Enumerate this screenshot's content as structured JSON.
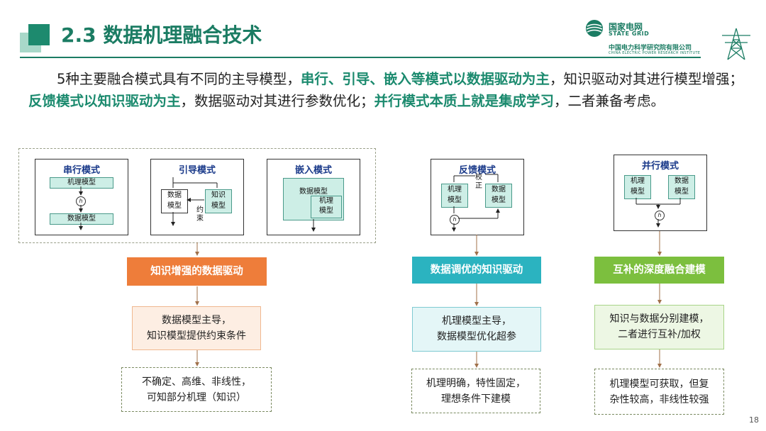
{
  "header": {
    "title": "2.3 数据机理融合技术",
    "sgcc_name": "国家电网",
    "sgcc_en": "STATE GRID",
    "institute_name": "中国电力科学研究院有限公司",
    "institute_en": "CHINA ELECTRIC POWER RESEARCH INSTITUTE"
  },
  "intro": {
    "p1": "5种主要融合模式具有不同的主导模型，",
    "h1": "串行、引导、嵌入等模式以数据驱动为主",
    "p2": "，知识驱动对其进行模型增强；",
    "h2": "反馈模式以知识驱动为主",
    "p3": "，数据驱动对其进行参数优化；",
    "h3": "并行模式本质上就是集成学习",
    "p4": "，二者兼备考虑。"
  },
  "modes": {
    "serial": {
      "title": "串行模式",
      "top": "机理模型",
      "bottom": "数据模型",
      "h": "h"
    },
    "guide": {
      "title": "引导模式",
      "data": "数据\n模型",
      "knowledge": "知识\n模型",
      "constraint": "约\n束"
    },
    "embed": {
      "title": "嵌入模式",
      "outer": "数据模型",
      "inner": "机理\n模型"
    },
    "feedback": {
      "title": "反馈模式",
      "mech": "机理\n模型",
      "data": "数据\n模型",
      "correct": "校\n正",
      "h": "h"
    },
    "parallel": {
      "title": "并行模式",
      "mech": "机理\n模型",
      "data": "数据\n模型",
      "h": "h"
    }
  },
  "columns": [
    {
      "banner": "知识增强的数据驱动",
      "banner_color": "#ee7d3a",
      "desc": "数据模型主导，\n知识模型提供约束条件",
      "note": "不确定、高维、非线性，\n可知部分机理（知识）"
    },
    {
      "banner": "数据调优的知识驱动",
      "banner_color": "#2bb3c0",
      "desc": "机理模型主导，\n数据模型优化超参",
      "note": "机理明确，特性固定，\n理想条件下建模"
    },
    {
      "banner": "互补的深度融合建模",
      "banner_color": "#7cbf3e",
      "desc": "知识与数据分别建模，\n二者进行互补/加权",
      "note": "机理模型可获取，但复\n杂性较高，非线性较强"
    }
  ],
  "page_number": "18"
}
